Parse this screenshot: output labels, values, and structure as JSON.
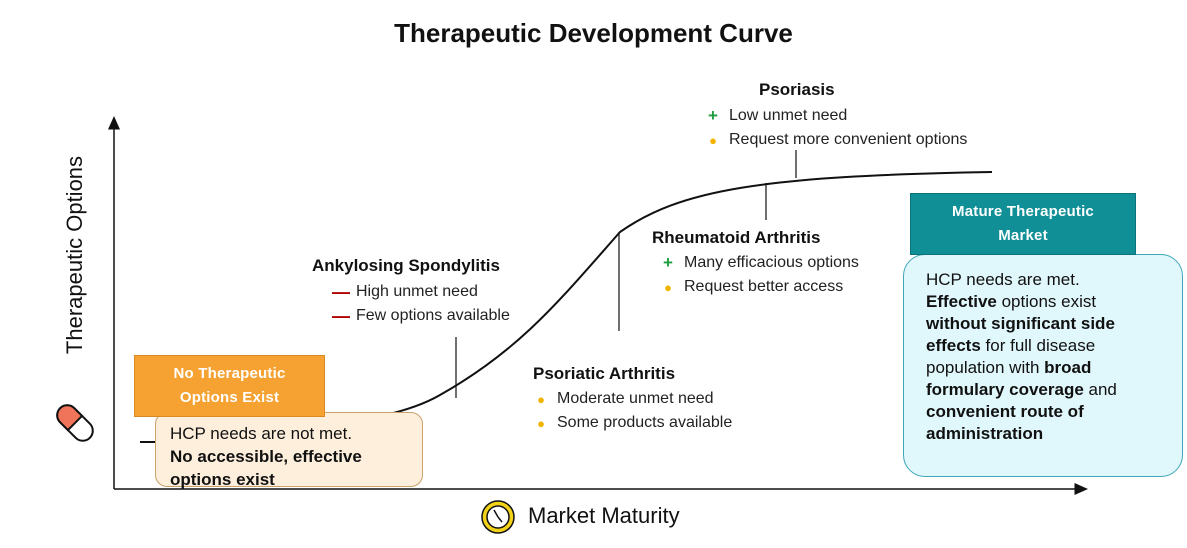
{
  "title": "Therapeutic Development Curve",
  "y_axis_label": "Therapeutic Options",
  "x_axis_label": "Market Maturity",
  "icons": {
    "y_axis": "pill-capsule-icon",
    "x_axis": "clock-icon"
  },
  "colors": {
    "no_options_label": "#f5a233",
    "mature_label": "#118f97",
    "plus": "#1e9e3e",
    "minus": "#b00000",
    "dot": "#f2b400"
  },
  "stage_labels": {
    "no_options": {
      "line1": "No Therapeutic",
      "line2": "Options Exist"
    },
    "mature": {
      "line1": "Mature Therapeutic",
      "line2": "Market"
    }
  },
  "no_options_box": {
    "line1": "HCP needs are not met.",
    "bold": "No accessible, effective options exist"
  },
  "mature_box": {
    "p1": "HCP needs are met.",
    "p2_bold": "Effective",
    "p2": " options exist ",
    "p3_bold": "without significant side effects",
    "p4": " for full disease population with ",
    "p5_bold": "broad formulary coverage",
    "p6": " and ",
    "p7_bold": "convenient route of administration"
  },
  "conditions": [
    {
      "name": "Ankylosing Spondylitis",
      "bullets": [
        {
          "marker": "minus",
          "text": "High unmet need"
        },
        {
          "marker": "minus",
          "text": "Few options available"
        }
      ]
    },
    {
      "name": "Psoriatic Arthritis",
      "bullets": [
        {
          "marker": "dot",
          "text": "Moderate unmet need"
        },
        {
          "marker": "dot",
          "text": "Some products available"
        }
      ]
    },
    {
      "name": "Rheumatoid Arthritis",
      "bullets": [
        {
          "marker": "plus",
          "text": "Many efficacious options"
        },
        {
          "marker": "dot",
          "text": "Request better access"
        }
      ]
    },
    {
      "name": "Psoriasis",
      "bullets": [
        {
          "marker": "plus",
          "text": "Low unmet need"
        },
        {
          "marker": "dot",
          "text": "Request more convenient options"
        }
      ]
    }
  ]
}
